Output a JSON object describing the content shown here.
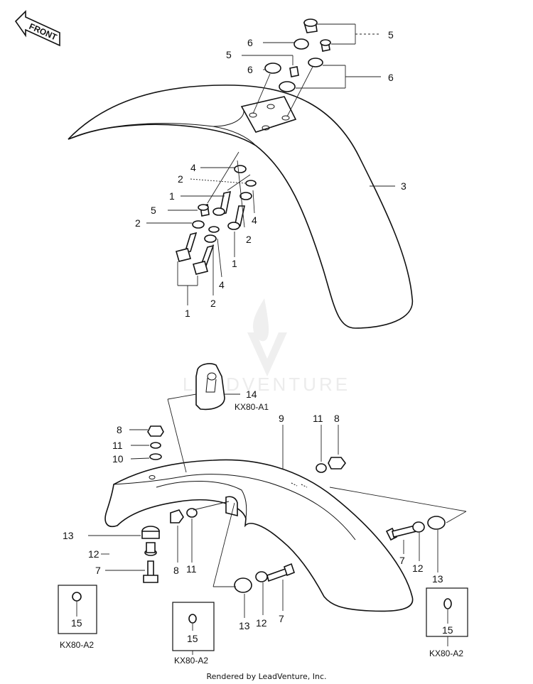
{
  "diagram": {
    "front_tag": "FRONT",
    "watermark": "LEADVENTURE",
    "footer": "Rendered by LeadVenture, Inc.",
    "labels": {
      "top_5a": "5",
      "top_6a": "6",
      "top_5b": "5",
      "top_6b": "6",
      "top_6c": "6",
      "top_3": "3",
      "top_4a": "4",
      "top_2a": "2",
      "top_1a": "1",
      "top_5c": "5",
      "top_2b": "2",
      "top_4b": "4",
      "top_2c": "2",
      "top_1b": "1",
      "top_4c": "4",
      "top_2d": "2",
      "top_1c": "1",
      "bot_14": "14",
      "bot_9": "9",
      "bot_11a": "11",
      "bot_8a": "8",
      "bot_8b": "8",
      "bot_11b": "11",
      "bot_10": "10",
      "bot_13a": "13",
      "bot_12a": "12",
      "bot_7a": "7",
      "bot_8c": "8",
      "bot_11c": "11",
      "bot_7b": "7",
      "bot_12b": "12",
      "bot_13b": "13",
      "bot_13c": "13",
      "bot_12c": "12",
      "bot_7c": "7",
      "bot_15a": "15",
      "bot_15b": "15",
      "bot_15c": "15"
    },
    "captions": {
      "kx_a1": "KX80-A1",
      "kx_a2_left": "KX80-A2",
      "kx_a2_mid": "KX80-A2",
      "kx_a2_right": "KX80-A2"
    }
  }
}
